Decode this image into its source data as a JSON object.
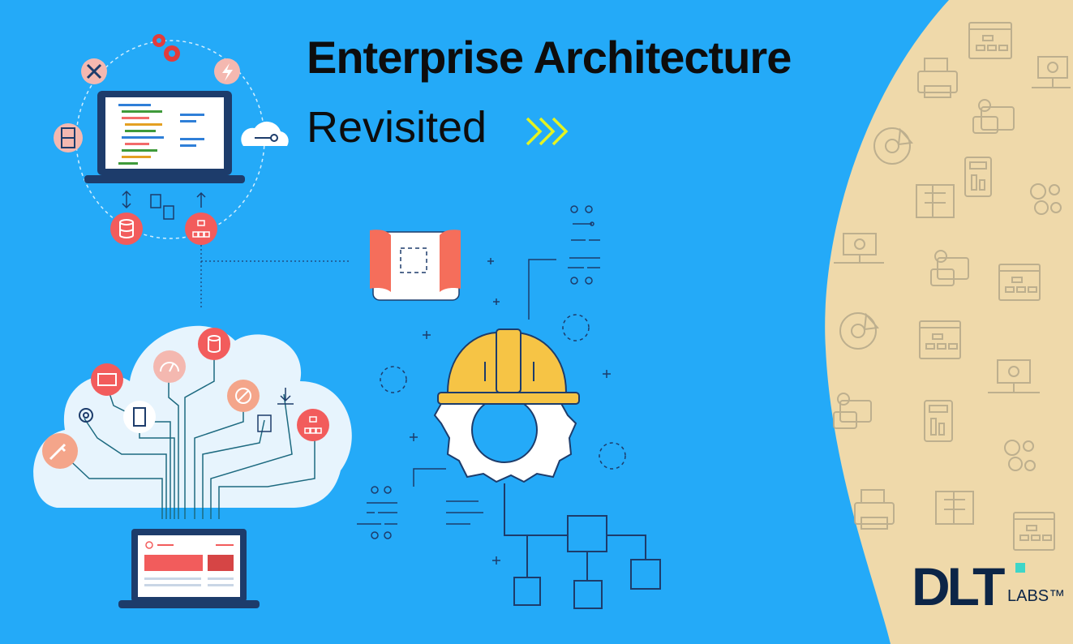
{
  "title": {
    "line1": "Enterprise Architecture",
    "line2": "Revisited"
  },
  "logo": {
    "main": "DLT",
    "sub": "LABS™"
  },
  "colors": {
    "background": "#24aaf8",
    "panel": "#efd9aa",
    "accent_chevron": "#e4f321",
    "title_text": "#0d0d0d",
    "logo_text": "#0c2547",
    "logo_square": "#3ed6c8",
    "icon_coral": "#f26a6a",
    "helmet": "#f6c445",
    "line_art": "#1d3c6b"
  },
  "icons": [
    "gears-icon",
    "tools-icon",
    "lightning-icon",
    "filing-cabinet-icon",
    "cloud-key-icon",
    "laptop-code-icon",
    "database-icon",
    "org-chart-icon",
    "cloud-network-icon",
    "credit-card-icon",
    "gauge-icon",
    "key-icon",
    "blueprint-icon",
    "hard-hat-gear-icon",
    "flowchart-icon",
    "printer-icon",
    "calculator-icon",
    "chat-dollar-icon",
    "pie-chart-icon"
  ]
}
